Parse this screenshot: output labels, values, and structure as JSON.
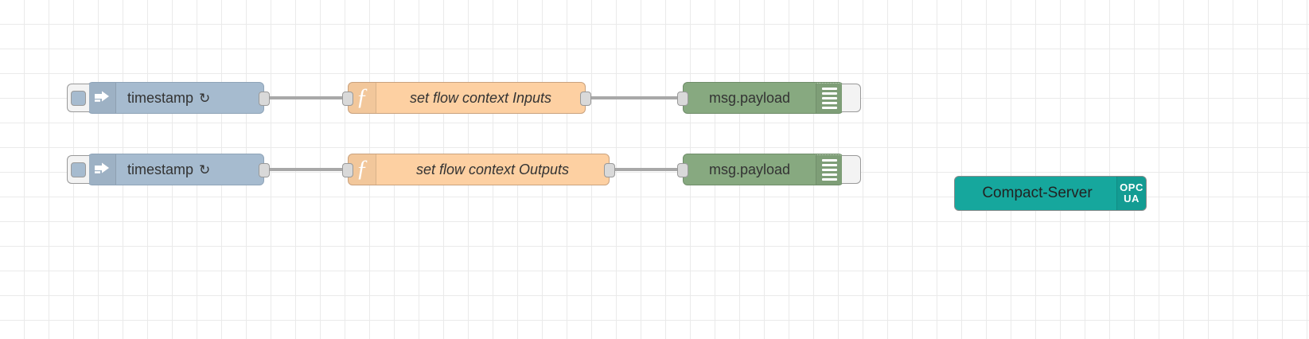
{
  "editor": {
    "name": "node-red-flow-canvas",
    "background": "#ffffff",
    "grid_minor_color": "#eaeaea",
    "grid_major_color": "#dedede"
  },
  "palette": {
    "inject_color": "#a6bbcf",
    "function_color": "#fdd0a2",
    "debug_color": "#87a980",
    "opcua_color": "#16a79d",
    "wire_color": "#a8a8a8",
    "port_color": "#d9d9d9"
  },
  "flows": [
    {
      "row": 1,
      "inject": {
        "label": "timestamp",
        "repeat_glyph": "↻",
        "icon": "inject-arrow-icon",
        "button": "inject-trigger-button"
      },
      "function": {
        "label": "set flow context Inputs",
        "icon": "function-f-icon"
      },
      "debug": {
        "label": "msg.payload",
        "icon": "debug-bars-icon",
        "toggle": "debug-enable-toggle"
      }
    },
    {
      "row": 2,
      "inject": {
        "label": "timestamp",
        "repeat_glyph": "↻",
        "icon": "inject-arrow-icon",
        "button": "inject-trigger-button"
      },
      "function": {
        "label": "set flow context Outputs",
        "icon": "function-f-icon"
      },
      "debug": {
        "label": "msg.payload",
        "icon": "debug-bars-icon",
        "toggle": "debug-enable-toggle"
      }
    }
  ],
  "opcua": {
    "label": "Compact-Server",
    "badge_top": "OPC",
    "badge_bottom": "UA"
  }
}
